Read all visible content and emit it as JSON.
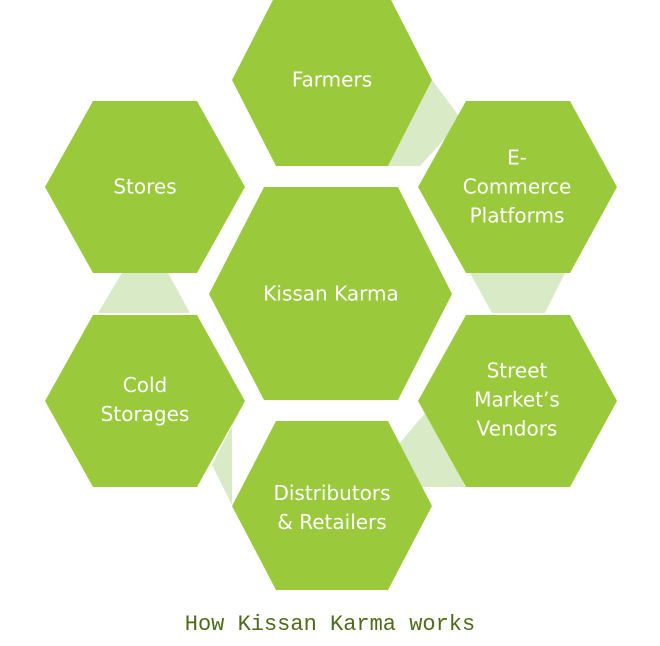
{
  "diagram": {
    "center": "Kissan Karma",
    "nodes": [
      {
        "id": "farmers",
        "label": "Farmers"
      },
      {
        "id": "ecommerce",
        "label": "E-\nCommerce\nPlatforms"
      },
      {
        "id": "street",
        "label": "Street\nMarket’s\nVendors"
      },
      {
        "id": "distributors",
        "label": "Distributors\n& Retailers"
      },
      {
        "id": "cold",
        "label": "Cold\nStorages"
      },
      {
        "id": "stores",
        "label": "Stores"
      }
    ],
    "caption": "How Kissan Karma works",
    "colors": {
      "hex": "#9aca3c",
      "connector": "#d9eac6",
      "caption": "#4f6b1a"
    }
  }
}
